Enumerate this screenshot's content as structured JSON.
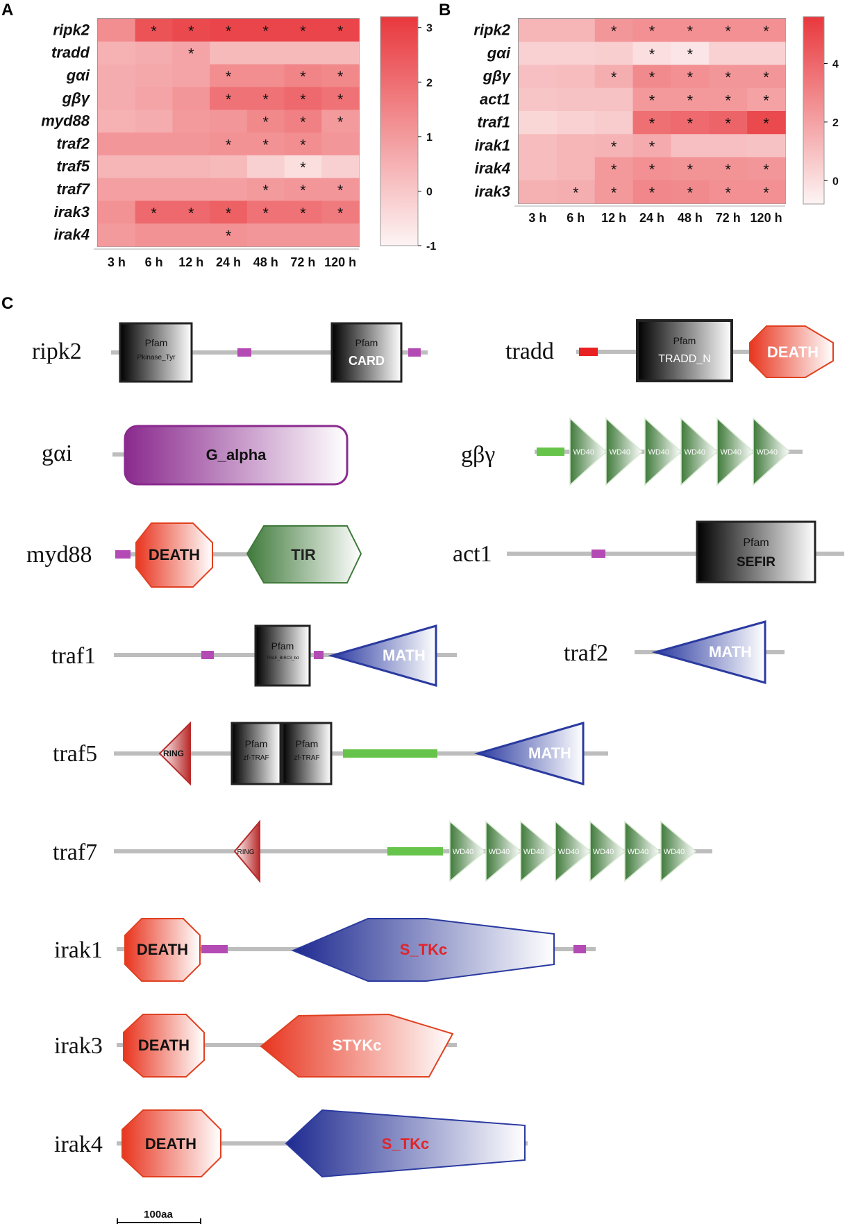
{
  "panels": {
    "a": "A",
    "b": "B",
    "c": "C"
  },
  "chart_data": [
    {
      "type": "heatmap",
      "panel": "A",
      "rows": [
        "ripk2",
        "tradd",
        "gαi",
        "gβγ",
        "myd88",
        "traf2",
        "traf5",
        "traf7",
        "irak3",
        "irak4"
      ],
      "columns": [
        "3 h",
        "6 h",
        "12 h",
        "24 h",
        "48 h",
        "72 h",
        "120 h"
      ],
      "values": [
        [
          1.3,
          2.6,
          2.8,
          2.9,
          2.9,
          2.9,
          2.9
        ],
        [
          0.5,
          0.6,
          0.8,
          0.3,
          0.3,
          0.3,
          0.3
        ],
        [
          0.6,
          0.7,
          0.8,
          1.3,
          1.3,
          1.5,
          1.4
        ],
        [
          0.6,
          0.8,
          1.1,
          1.9,
          1.9,
          2.1,
          1.9
        ],
        [
          0.5,
          0.6,
          1.0,
          1.1,
          1.4,
          1.6,
          1.0
        ],
        [
          1.1,
          1.1,
          1.1,
          1.2,
          1.2,
          1.3,
          1.1
        ],
        [
          0.4,
          0.4,
          0.4,
          0.3,
          -0.2,
          -0.5,
          -0.2
        ],
        [
          0.9,
          0.9,
          0.9,
          0.9,
          1.0,
          1.1,
          1.1
        ],
        [
          1.2,
          2.1,
          2.1,
          2.3,
          1.9,
          1.9,
          1.7
        ],
        [
          1.0,
          1.2,
          1.2,
          1.2,
          1.1,
          1.1,
          1.1
        ]
      ],
      "significant": [
        [
          0,
          1,
          1,
          1,
          1,
          1,
          1
        ],
        [
          0,
          0,
          1,
          0,
          0,
          0,
          0
        ],
        [
          0,
          0,
          0,
          1,
          0,
          1,
          1
        ],
        [
          0,
          0,
          0,
          1,
          1,
          1,
          1
        ],
        [
          0,
          0,
          0,
          0,
          1,
          1,
          1
        ],
        [
          0,
          0,
          0,
          1,
          1,
          1,
          0
        ],
        [
          0,
          0,
          0,
          0,
          0,
          1,
          0
        ],
        [
          0,
          0,
          0,
          0,
          1,
          1,
          1
        ],
        [
          0,
          1,
          1,
          1,
          1,
          1,
          1
        ],
        [
          0,
          0,
          0,
          1,
          0,
          0,
          0
        ]
      ],
      "star": "*",
      "colorbar": {
        "min": -1,
        "max": 3.2,
        "ticks": [
          "3",
          "2",
          "1",
          "0",
          "-1"
        ],
        "tick_values": [
          3,
          2,
          1,
          0,
          -1
        ],
        "colors": [
          "#fdf4f4",
          "#e8383d"
        ]
      }
    },
    {
      "type": "heatmap",
      "panel": "B",
      "rows": [
        "ripk2",
        "gαi",
        "gβγ",
        "act1",
        "traf1",
        "irak1",
        "irak4",
        "irak3"
      ],
      "columns": [
        "3 h",
        "6 h",
        "12 h",
        "24 h",
        "48 h",
        "72 h",
        "120 h"
      ],
      "values": [
        [
          1.3,
          1.3,
          2.4,
          2.6,
          2.6,
          2.6,
          2.6
        ],
        [
          0.4,
          0.4,
          0.5,
          -0.1,
          -0.3,
          0.4,
          0.4
        ],
        [
          1.0,
          1.1,
          1.6,
          2.8,
          2.6,
          2.4,
          2.4
        ],
        [
          0.8,
          0.9,
          0.9,
          2.3,
          2.3,
          2.3,
          2.0
        ],
        [
          0.2,
          0.4,
          0.6,
          3.7,
          3.9,
          4.1,
          5.0
        ],
        [
          1.1,
          1.3,
          1.4,
          1.7,
          1.0,
          1.0,
          0.9
        ],
        [
          1.1,
          1.3,
          2.3,
          2.6,
          2.5,
          2.5,
          2.4
        ],
        [
          1.5,
          1.6,
          2.3,
          2.9,
          2.8,
          2.6,
          2.6
        ]
      ],
      "significant": [
        [
          0,
          0,
          1,
          1,
          1,
          1,
          1
        ],
        [
          0,
          0,
          0,
          1,
          1,
          0,
          0
        ],
        [
          0,
          0,
          1,
          1,
          1,
          1,
          1
        ],
        [
          0,
          0,
          0,
          1,
          1,
          1,
          1
        ],
        [
          0,
          0,
          0,
          1,
          1,
          1,
          1
        ],
        [
          0,
          0,
          1,
          1,
          0,
          0,
          0
        ],
        [
          0,
          0,
          1,
          1,
          1,
          1,
          1
        ],
        [
          0,
          1,
          1,
          1,
          1,
          1,
          1
        ]
      ],
      "star": "*",
      "colorbar": {
        "min": -0.8,
        "max": 5.6,
        "ticks": [
          "4",
          "2",
          "0"
        ],
        "tick_values": [
          4,
          2,
          0
        ],
        "colors": [
          "#fdf4f4",
          "#e8383d"
        ]
      }
    }
  ],
  "domains": {
    "genes": [
      "ripk2",
      "tradd",
      "gαi",
      "gβγ",
      "myd88",
      "act1",
      "traf1",
      "traf2",
      "traf5",
      "traf7",
      "irak1",
      "irak3",
      "irak4"
    ],
    "labels": {
      "pfam": "Pfam",
      "pkinase_tyr": "Pkinase_Tyr",
      "card": "CARD",
      "tradd_n": "TRADD_N",
      "death": "DEATH",
      "g_alpha": "G_alpha",
      "wd40": "WD40",
      "tir": "TIR",
      "sefir": "SEFIR",
      "traf_bird": "TRAF_BIRC3_bd",
      "math": "MATH",
      "ring": "RING",
      "zf_traf": "zf-TRAF",
      "s_tkc": "S_TKc",
      "stykc": "STYKc"
    },
    "scale_bar": "100aa"
  }
}
